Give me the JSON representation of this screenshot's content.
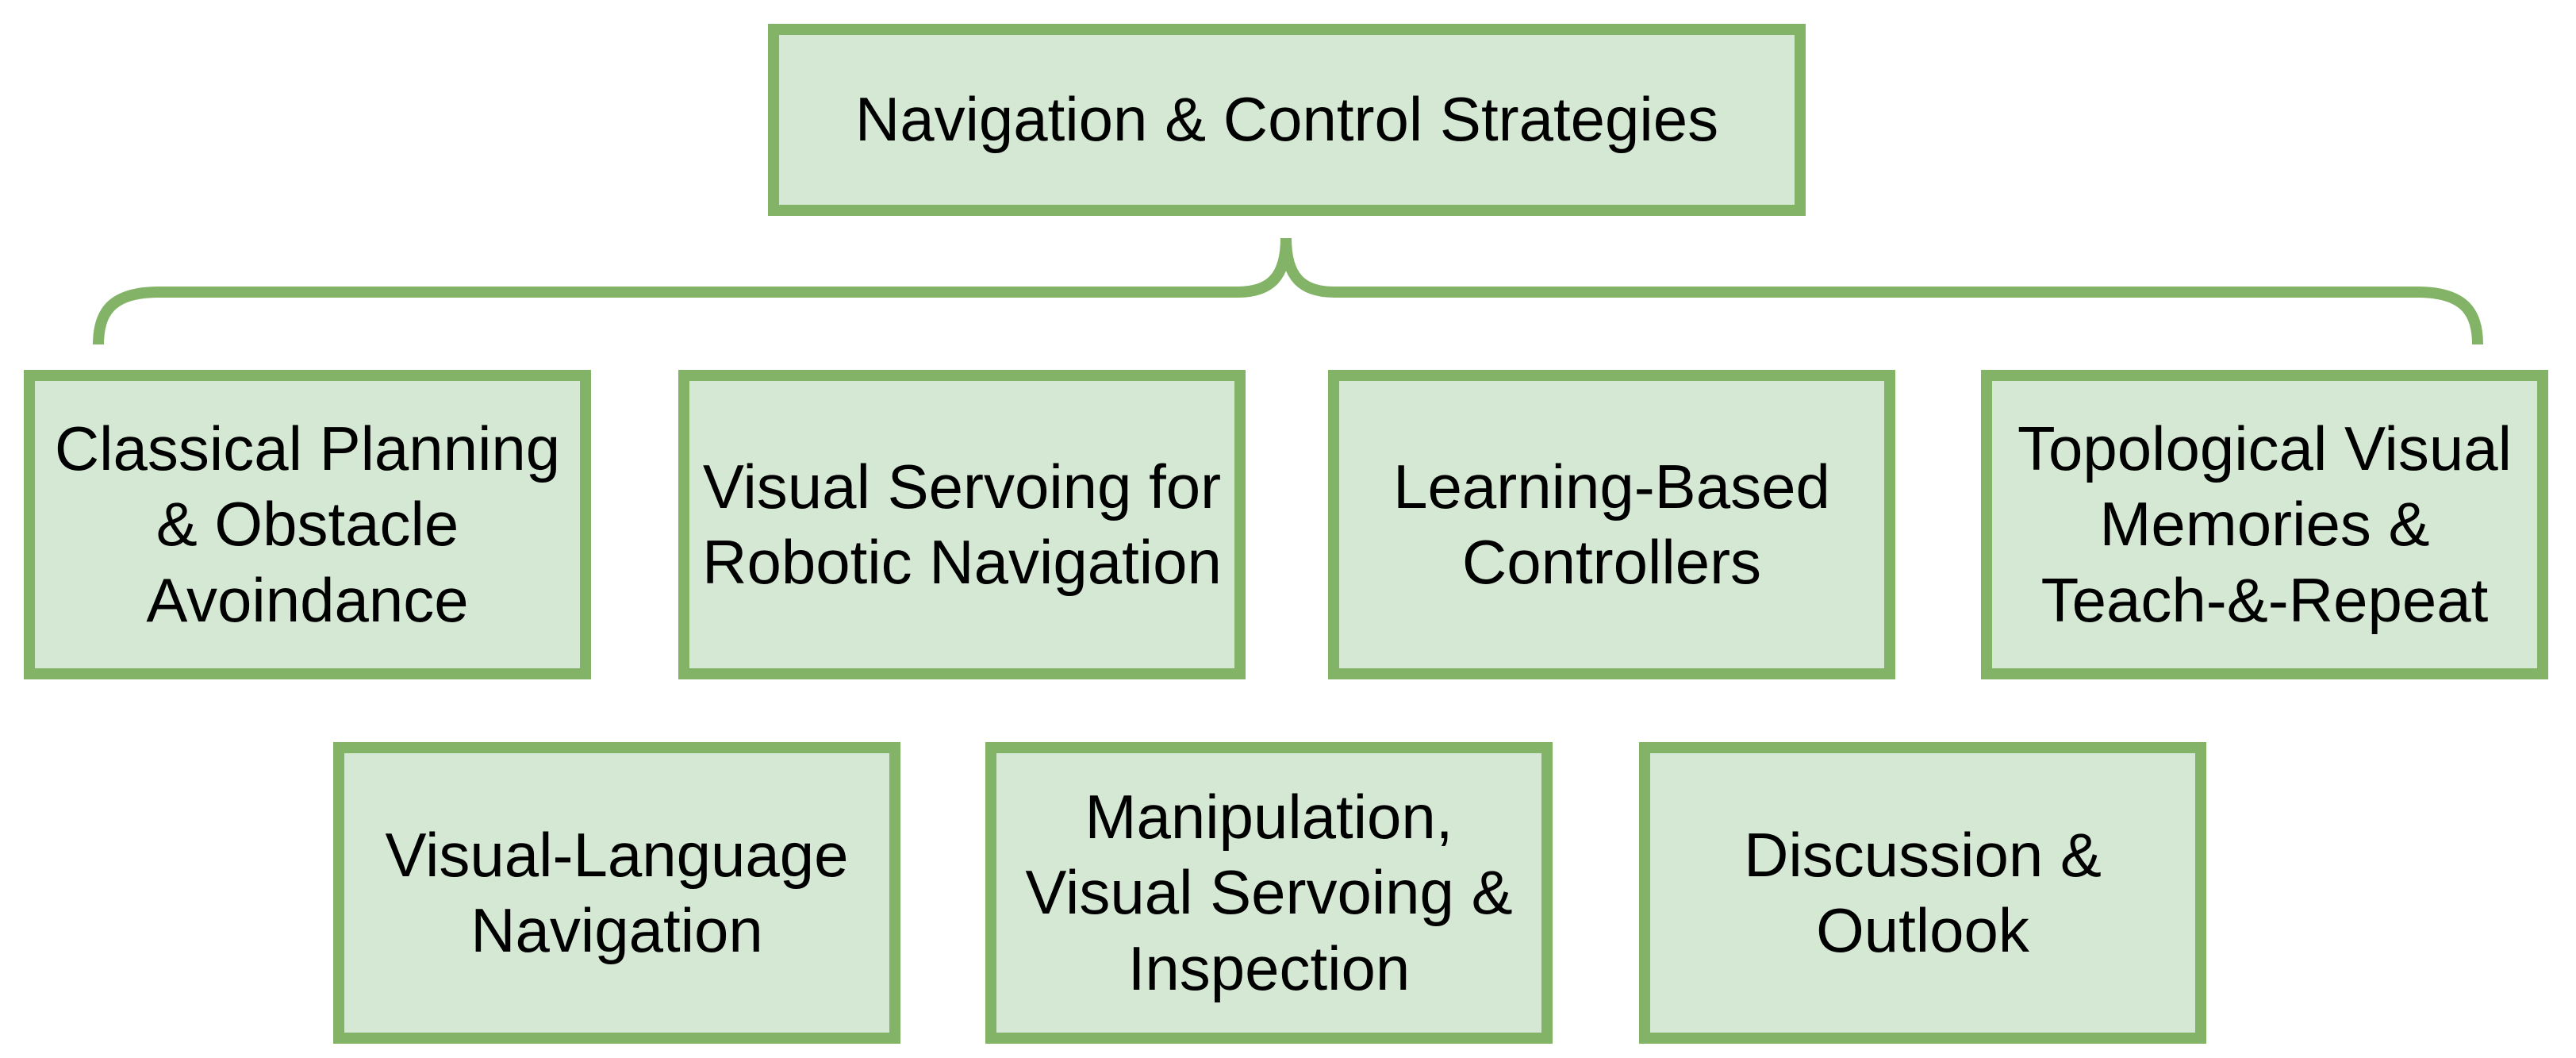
{
  "colors": {
    "background": "#ffffff",
    "box_fill": "#d5e8d4",
    "box_stroke": "#82b366",
    "text": "#000000"
  },
  "root_box": {
    "label": "Navigation & Control Strategies"
  },
  "branch_boxes": [
    {
      "label": "Classical Planning\n& Obstacle\nAvoindance"
    },
    {
      "label": "Visual Servoing for\nRobotic Navigation"
    },
    {
      "label": "Learning-Based\nControllers"
    },
    {
      "label": "Topological Visual\nMemories &\nTeach-&-Repeat"
    },
    {
      "label": "Visual-Language\nNavigation"
    },
    {
      "label": "Manipulation,\nVisual Servoing &\nInspection"
    },
    {
      "label": "Discussion &\nOutlook"
    }
  ],
  "connector": {
    "type": "curly-brace",
    "points_to": "root_box"
  }
}
